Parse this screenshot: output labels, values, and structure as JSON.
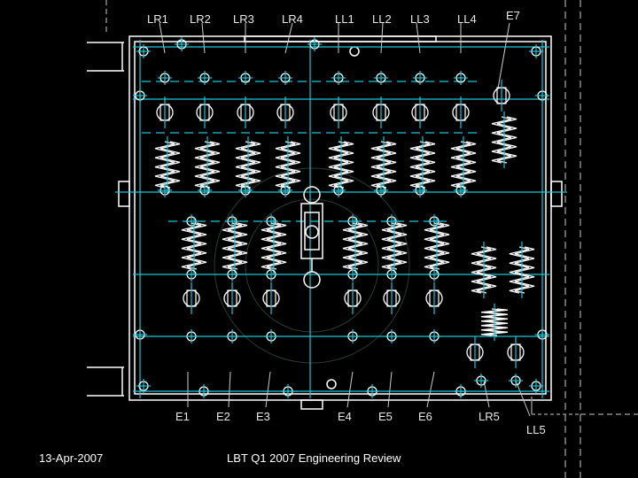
{
  "diagram": {
    "top_labels": [
      "LR1",
      "LR2",
      "LR3",
      "LR4",
      "LL1",
      "LL2",
      "LL3",
      "LL4",
      "E7"
    ],
    "bottom_labels": [
      "E1",
      "E2",
      "E3",
      "E4",
      "E5",
      "E6",
      "LR5",
      "LL5"
    ],
    "colors": {
      "frame": "#ffffff",
      "centerline": "#18c8d8",
      "spring": "#ffffff",
      "background": "#000000"
    }
  },
  "footer": {
    "date": "13-Apr-2007",
    "title": "LBT Q1 2007 Engineering Review"
  }
}
